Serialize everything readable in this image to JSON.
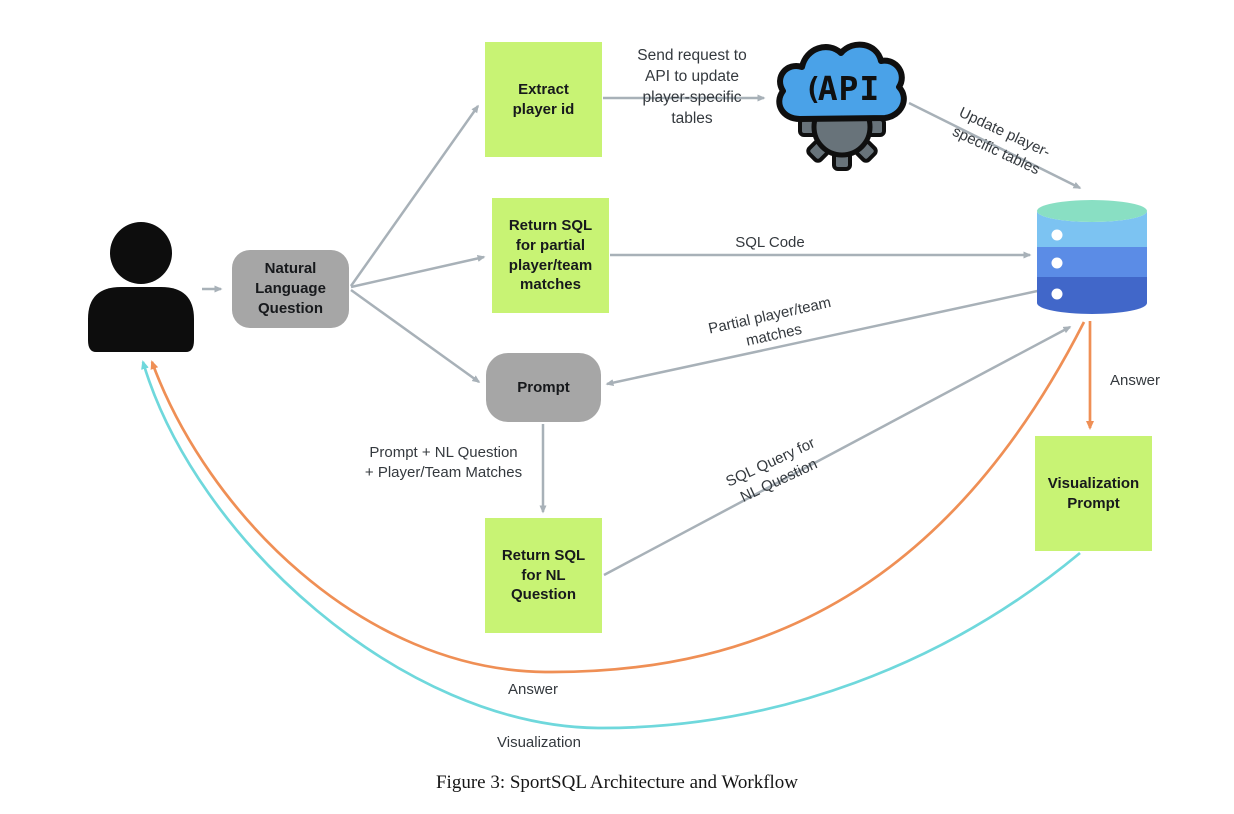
{
  "caption": "Figure 3: SportSQL Architecture and Workflow",
  "diagram": {
    "nodes": {
      "natural_language_question": {
        "label": "Natural\nLanguage\nQuestion",
        "style": "gray-rounded"
      },
      "extract_player_id": {
        "label": "Extract\nplayer id",
        "style": "green-square"
      },
      "return_sql_partial": {
        "label": "Return SQL\nfor partial\nplayer/team\nmatches",
        "style": "green-square"
      },
      "prompt": {
        "label": "Prompt",
        "style": "gray-rounded"
      },
      "return_sql_nl": {
        "label": "Return SQL\nfor NL\nQuestion",
        "style": "green-square"
      },
      "visualization_prompt": {
        "label": "Visualization\nPrompt",
        "style": "green-square"
      },
      "api": {
        "label": "API",
        "icon": "api-cloud-gear-icon"
      },
      "database": {
        "icon": "database-cylinder-icon"
      },
      "user": {
        "icon": "person-icon"
      }
    },
    "edge_labels": {
      "send_request": "Send request to\nAPI to update\nplayer-specific\ntables",
      "update_tables": "Update player-\nspecific tables",
      "sql_code": "SQL Code",
      "partial_matches": "Partial player/team\nmatches",
      "prompt_plus": "Prompt + NL Question\n+ Player/Team Matches",
      "sql_query": "SQL Query for\nNL Question",
      "answer_to_viz": "Answer",
      "answer_to_user": "Answer",
      "visualization_to_user": "Visualization"
    },
    "colors": {
      "node_green": "#c8f374",
      "node_gray": "#a6a6a6",
      "arrow_gray": "#a8b1b8",
      "arrow_orange": "#ef8f55",
      "arrow_cyan": "#6fd8dc",
      "person_black": "#0d0d0d",
      "api_cloud_blue": "#4aa2e8",
      "gear_gray": "#68737a",
      "db_top_teal": "#89dfc3",
      "db_band_light_blue": "#7cc3f2",
      "db_band_mid_blue": "#5b8ce6",
      "db_band_dark_blue": "#4167c9"
    }
  }
}
